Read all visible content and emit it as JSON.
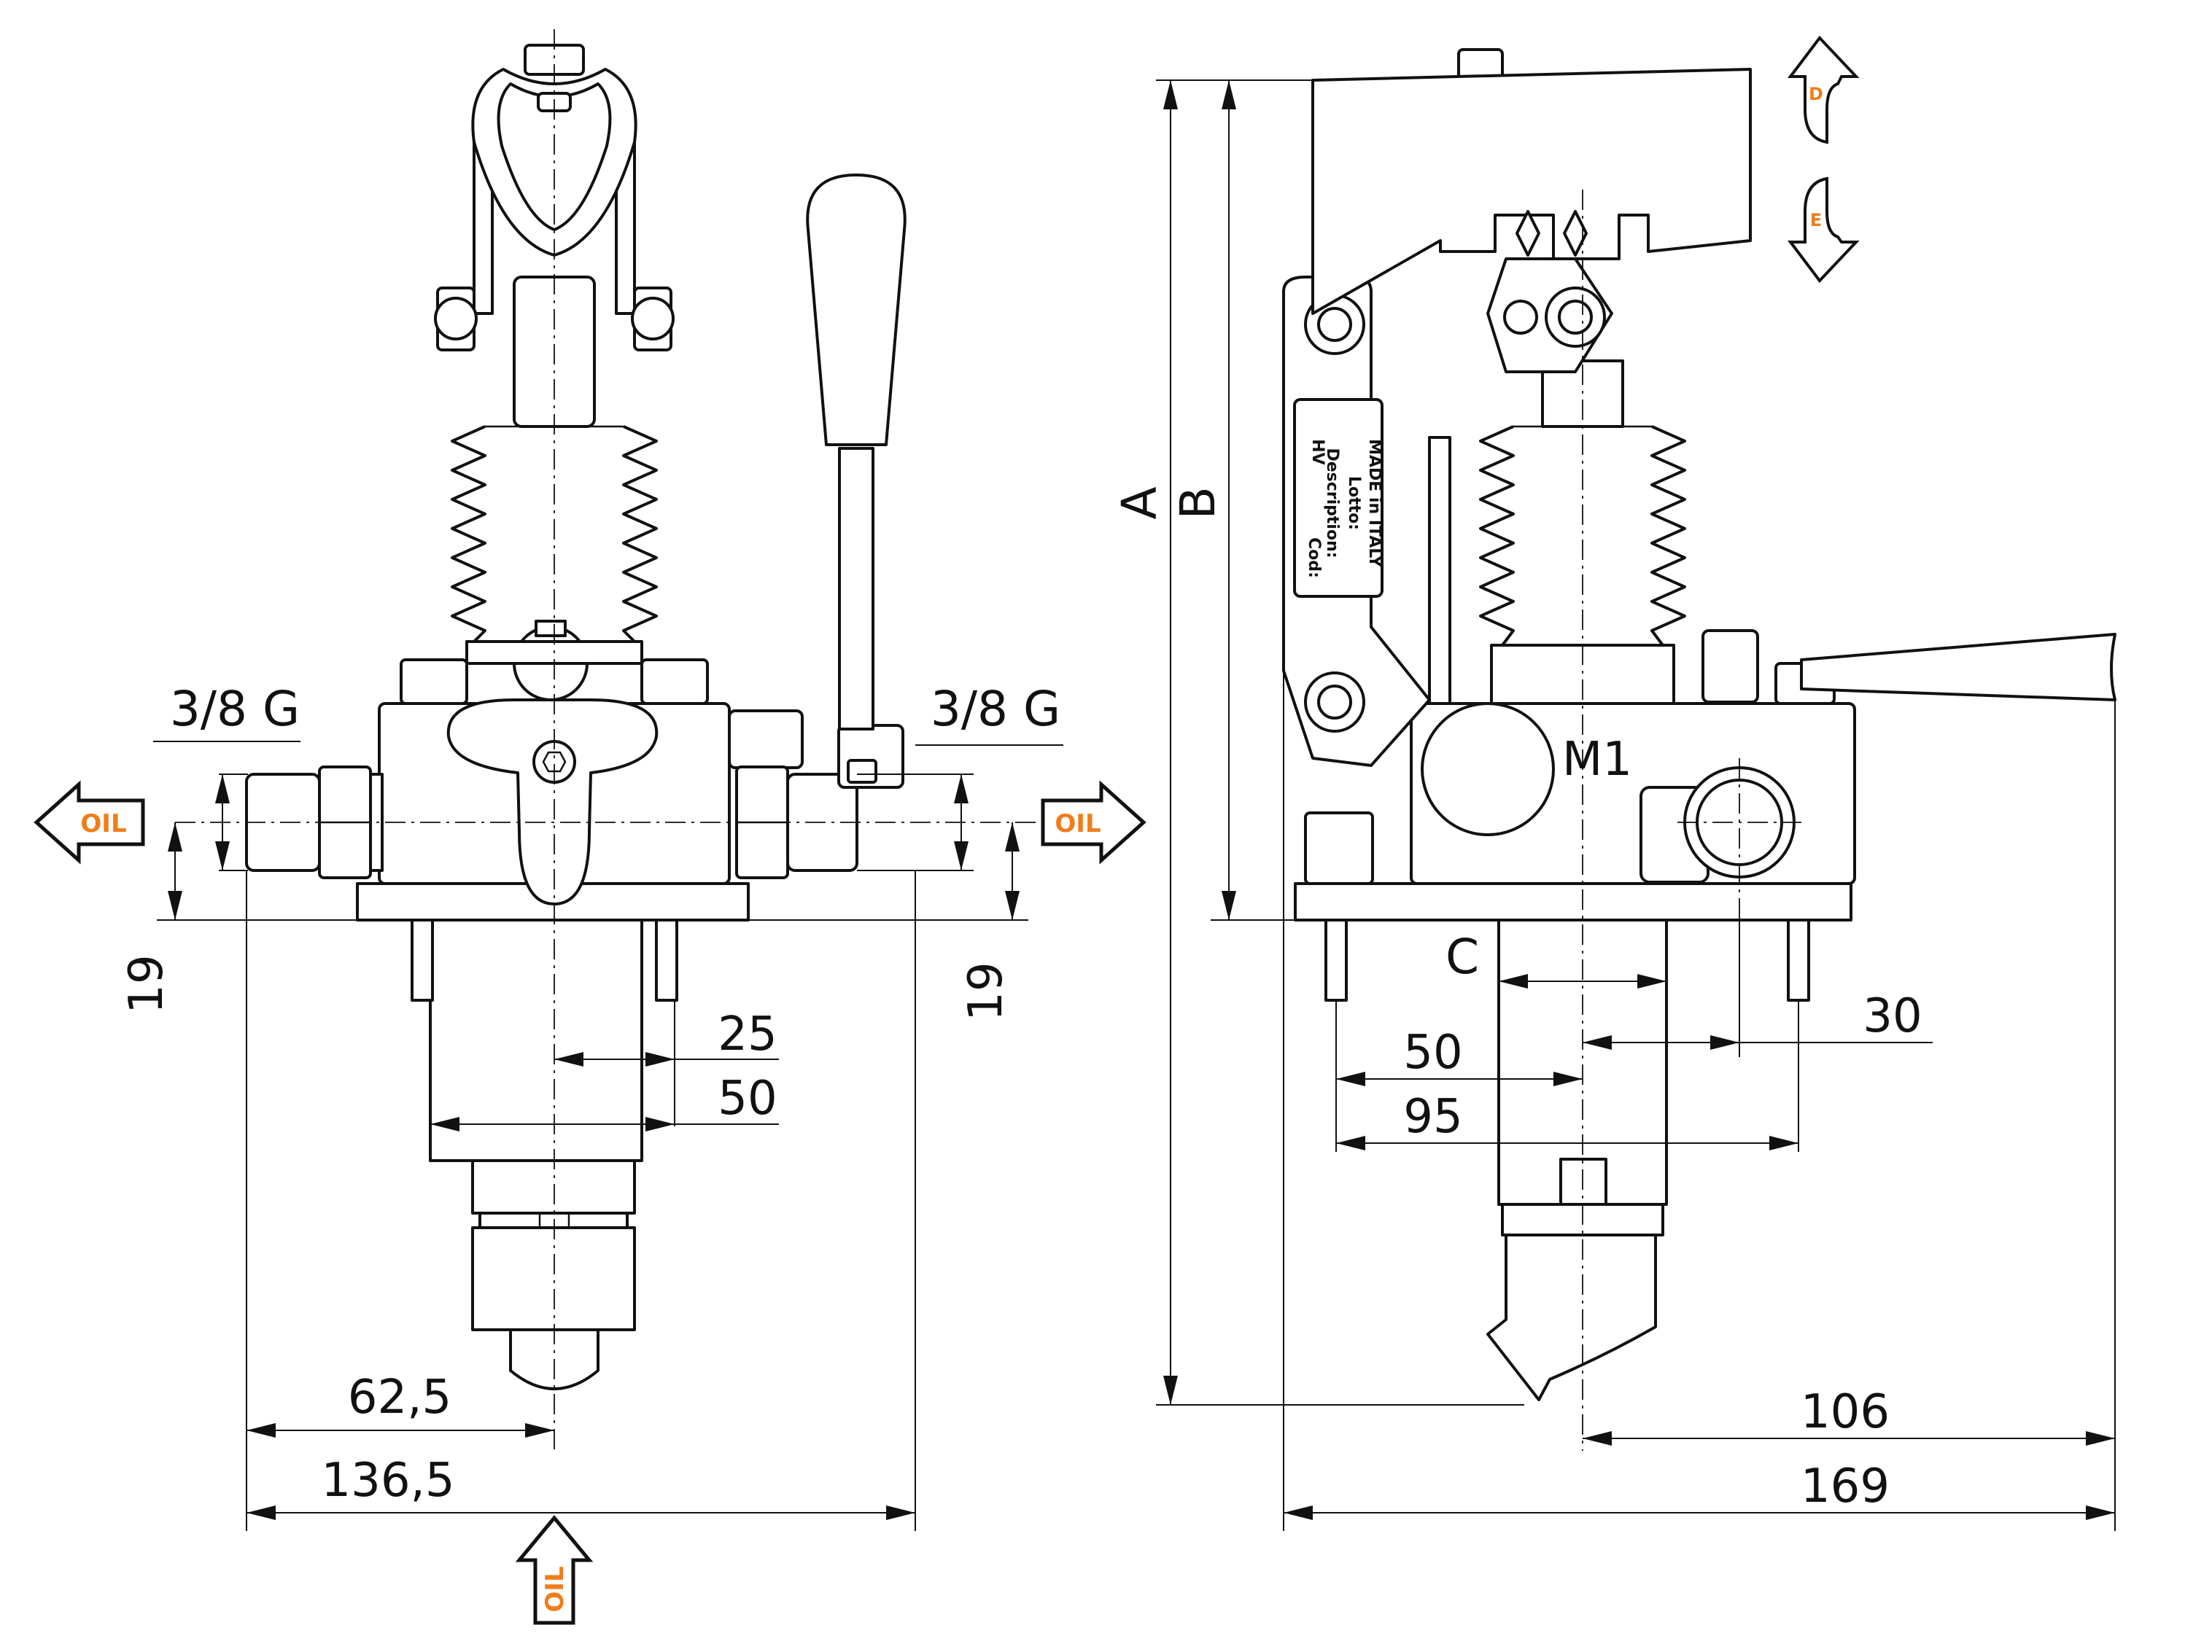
{
  "front_view": {
    "port_left_thread": "3/8 G",
    "port_right_thread": "3/8 G",
    "dim_left_height": "19",
    "dim_right_height": "19",
    "dim_25": "25",
    "dim_50": "50",
    "dim_62_5": "62,5",
    "dim_136_5": "136,5",
    "oil_left": "OIL",
    "oil_right": "OIL",
    "oil_bottom": "OIL"
  },
  "side_view": {
    "label_A": "A",
    "label_B": "B",
    "label_C": "C",
    "label_M1": "M1",
    "dim_30": "30",
    "dim_50": "50",
    "dim_95": "95",
    "dim_106": "106",
    "dim_169": "169",
    "rotation_D": "D",
    "rotation_E": "E",
    "plate_description": "Description:",
    "plate_lotto": "Lotto:",
    "plate_cod": "Cod:",
    "plate_made_in": "MADE in ITALY",
    "plate_logo": "HV"
  },
  "colors": {
    "line": "#111111",
    "accent": "#f07d1a",
    "background": "#ffffff"
  }
}
